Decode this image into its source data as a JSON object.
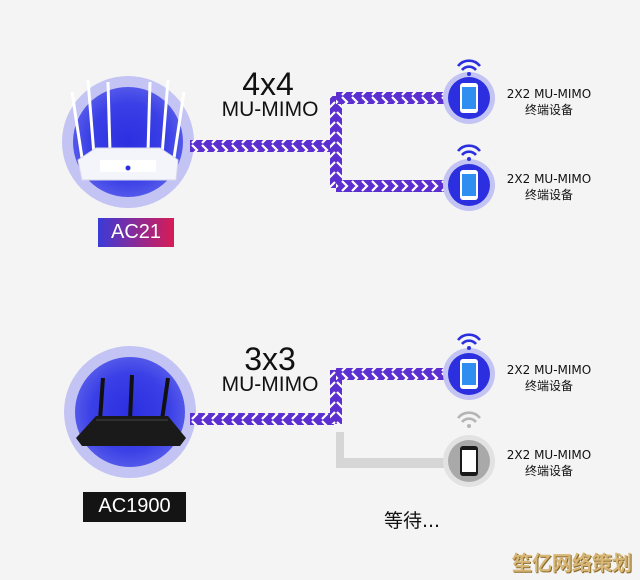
{
  "top": {
    "router_badge": "AC21",
    "stream_count": "4x4",
    "stream_label": "MU-MIMO",
    "devices": [
      {
        "label_line1": "2X2 MU-MIMO",
        "label_line2": "终端设备",
        "active": true
      },
      {
        "label_line1": "2X2 MU-MIMO",
        "label_line2": "终端设备",
        "active": true
      }
    ]
  },
  "bottom": {
    "router_badge": "AC1900",
    "stream_count": "3x3",
    "stream_label": "MU-MIMO",
    "waiting_text": "等待...",
    "devices": [
      {
        "label_line1": "2X2 MU-MIMO",
        "label_line2": "终端设备",
        "active": true
      },
      {
        "label_line1": "2X2 MU-MIMO",
        "label_line2": "终端设备",
        "active": false
      }
    ]
  },
  "watermark": "笙亿网络策划",
  "colors": {
    "accent_blue": "#2b2fe0",
    "halo": "#b8b9f2",
    "stream_purple": "#7a3fd6",
    "inactive_gray": "#b5b5b5"
  }
}
